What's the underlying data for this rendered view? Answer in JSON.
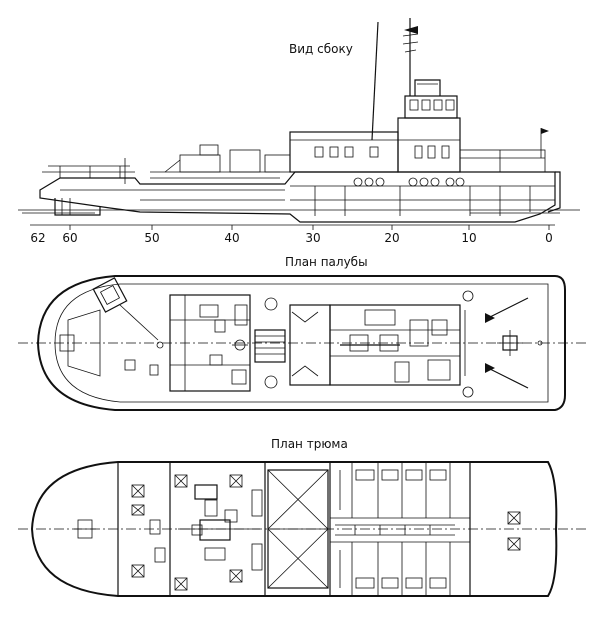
{
  "views": {
    "side": {
      "title": "Вид сбоку"
    },
    "deck": {
      "title": "План палубы"
    },
    "hold": {
      "title": "План трюма"
    }
  },
  "scale": {
    "ticks": [
      "62",
      "60",
      "50",
      "40",
      "30",
      "20",
      "10",
      "0"
    ]
  }
}
